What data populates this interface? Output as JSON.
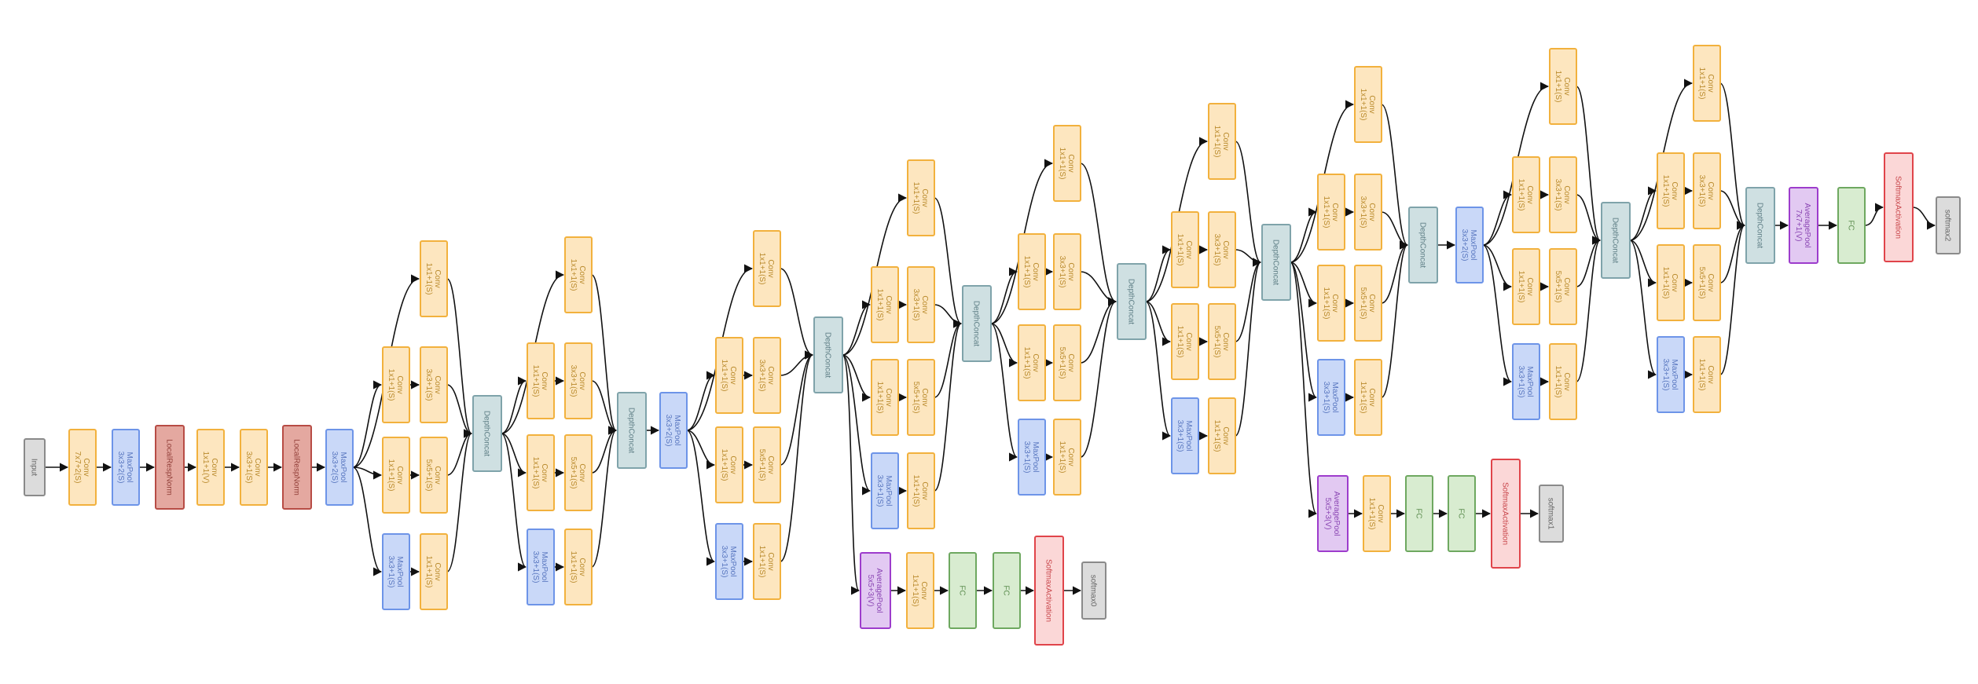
{
  "palette": {
    "conv": {
      "fill": "#fde6bf",
      "stroke": "#f2b13d",
      "text": "#b98a2c"
    },
    "pool": {
      "fill": "#c9d8f8",
      "stroke": "#6d94e8",
      "text": "#5876bf"
    },
    "lrn": {
      "fill": "#e4a8a0",
      "stroke": "#b74c45",
      "text": "#93403a"
    },
    "concat": {
      "fill": "#cfe0e2",
      "stroke": "#7fa3aa",
      "text": "#5f7f86"
    },
    "avgpool": {
      "fill": "#e2c9f2",
      "stroke": "#9d3ccc",
      "text": "#8a46b3"
    },
    "fc": {
      "fill": "#d8ecd0",
      "stroke": "#6ea860",
      "text": "#5f8f52"
    },
    "softmax": {
      "fill": "#fbd7d7",
      "stroke": "#e0444a",
      "text": "#c9484d"
    },
    "io": {
      "fill": "#dcdcdc",
      "stroke": "#8a8a8a",
      "text": "#666666"
    }
  },
  "nodes": [
    {
      "id": "input",
      "type": "io",
      "label": "Input"
    },
    {
      "id": "c1",
      "type": "conv",
      "label": "Conv\n7x7+2(S)"
    },
    {
      "id": "p1",
      "type": "pool",
      "label": "MaxPool\n3x3+2(S)"
    },
    {
      "id": "lrn1",
      "type": "lrn",
      "label": "LocalRespNorm"
    },
    {
      "id": "c2",
      "type": "conv",
      "label": "Conv\n1x1+1(V)"
    },
    {
      "id": "c3",
      "type": "conv",
      "label": "Conv\n3x3+1(S)"
    },
    {
      "id": "lrn2",
      "type": "lrn",
      "label": "LocalRespNorm"
    },
    {
      "id": "p2",
      "type": "pool",
      "label": "MaxPool\n3x3+2(S)"
    },
    {
      "id": "i3a_a",
      "type": "conv",
      "label": "Conv\n1x1+1(S)"
    },
    {
      "id": "i3a_b1",
      "type": "conv",
      "label": "Conv\n1x1+1(S)"
    },
    {
      "id": "i3a_b2",
      "type": "conv",
      "label": "Conv\n3x3+1(S)"
    },
    {
      "id": "i3a_c1",
      "type": "conv",
      "label": "Conv\n1x1+1(S)"
    },
    {
      "id": "i3a_c2",
      "type": "conv",
      "label": "Conv\n5x5+1(S)"
    },
    {
      "id": "i3a_p",
      "type": "pool",
      "label": "MaxPool\n3x3+1(S)"
    },
    {
      "id": "i3a_pc",
      "type": "conv",
      "label": "Conv\n1x1+1(S)"
    },
    {
      "id": "d3a",
      "type": "concat",
      "label": "DepthConcat"
    },
    {
      "id": "i3b_a",
      "type": "conv",
      "label": "Conv\n1x1+1(S)"
    },
    {
      "id": "i3b_b1",
      "type": "conv",
      "label": "Conv\n1x1+1(S)"
    },
    {
      "id": "i3b_b2",
      "type": "conv",
      "label": "Conv\n3x3+1(S)"
    },
    {
      "id": "i3b_c1",
      "type": "conv",
      "label": "Conv\n1x1+1(S)"
    },
    {
      "id": "i3b_c2",
      "type": "conv",
      "label": "Conv\n5x5+1(S)"
    },
    {
      "id": "i3b_p",
      "type": "pool",
      "label": "MaxPool\n3x3+1(S)"
    },
    {
      "id": "i3b_pc",
      "type": "conv",
      "label": "Conv\n1x1+1(S)"
    },
    {
      "id": "d3b",
      "type": "concat",
      "label": "DepthConcat"
    },
    {
      "id": "p3",
      "type": "pool",
      "label": "MaxPool\n3x3+2(S)"
    },
    {
      "id": "i4a_a",
      "type": "conv",
      "label": "Conv\n1x1+1(S)"
    },
    {
      "id": "i4a_b1",
      "type": "conv",
      "label": "Conv\n1x1+1(S)"
    },
    {
      "id": "i4a_b2",
      "type": "conv",
      "label": "Conv\n3x3+1(S)"
    },
    {
      "id": "i4a_c1",
      "type": "conv",
      "label": "Conv\n1x1+1(S)"
    },
    {
      "id": "i4a_c2",
      "type": "conv",
      "label": "Conv\n5x5+1(S)"
    },
    {
      "id": "i4a_p",
      "type": "pool",
      "label": "MaxPool\n3x3+1(S)"
    },
    {
      "id": "i4a_pc",
      "type": "conv",
      "label": "Conv\n1x1+1(S)"
    },
    {
      "id": "d4a",
      "type": "concat",
      "label": "DepthConcat"
    },
    {
      "id": "i4b_a",
      "type": "conv",
      "label": "Conv\n1x1+1(S)"
    },
    {
      "id": "i4b_b1",
      "type": "conv",
      "label": "Conv\n1x1+1(S)"
    },
    {
      "id": "i4b_b2",
      "type": "conv",
      "label": "Conv\n3x3+1(S)"
    },
    {
      "id": "i4b_c1",
      "type": "conv",
      "label": "Conv\n1x1+1(S)"
    },
    {
      "id": "i4b_c2",
      "type": "conv",
      "label": "Conv\n5x5+1(S)"
    },
    {
      "id": "i4b_p",
      "type": "pool",
      "label": "MaxPool\n3x3+1(S)"
    },
    {
      "id": "i4b_pc",
      "type": "conv",
      "label": "Conv\n1x1+1(S)"
    },
    {
      "id": "d4b",
      "type": "concat",
      "label": "DepthConcat"
    },
    {
      "id": "i4c_a",
      "type": "conv",
      "label": "Conv\n1x1+1(S)"
    },
    {
      "id": "i4c_b1",
      "type": "conv",
      "label": "Conv\n1x1+1(S)"
    },
    {
      "id": "i4c_b2",
      "type": "conv",
      "label": "Conv\n3x3+1(S)"
    },
    {
      "id": "i4c_c1",
      "type": "conv",
      "label": "Conv\n1x1+1(S)"
    },
    {
      "id": "i4c_c2",
      "type": "conv",
      "label": "Conv\n5x5+1(S)"
    },
    {
      "id": "i4c_p",
      "type": "pool",
      "label": "MaxPool\n3x3+1(S)"
    },
    {
      "id": "i4c_pc",
      "type": "conv",
      "label": "Conv\n1x1+1(S)"
    },
    {
      "id": "d4c",
      "type": "concat",
      "label": "DepthConcat"
    },
    {
      "id": "i4d_a",
      "type": "conv",
      "label": "Conv\n1x1+1(S)"
    },
    {
      "id": "i4d_b1",
      "type": "conv",
      "label": "Conv\n1x1+1(S)"
    },
    {
      "id": "i4d_b2",
      "type": "conv",
      "label": "Conv\n3x3+1(S)"
    },
    {
      "id": "i4d_c1",
      "type": "conv",
      "label": "Conv\n1x1+1(S)"
    },
    {
      "id": "i4d_c2",
      "type": "conv",
      "label": "Conv\n5x5+1(S)"
    },
    {
      "id": "i4d_p",
      "type": "pool",
      "label": "MaxPool\n3x3+1(S)"
    },
    {
      "id": "i4d_pc",
      "type": "conv",
      "label": "Conv\n1x1+1(S)"
    },
    {
      "id": "d4d",
      "type": "concat",
      "label": "DepthConcat"
    },
    {
      "id": "i4e_a",
      "type": "conv",
      "label": "Conv\n1x1+1(S)"
    },
    {
      "id": "i4e_b1",
      "type": "conv",
      "label": "Conv\n1x1+1(S)"
    },
    {
      "id": "i4e_b2",
      "type": "conv",
      "label": "Conv\n3x3+1(S)"
    },
    {
      "id": "i4e_c1",
      "type": "conv",
      "label": "Conv\n1x1+1(S)"
    },
    {
      "id": "i4e_c2",
      "type": "conv",
      "label": "Conv\n5x5+1(S)"
    },
    {
      "id": "i4e_p",
      "type": "pool",
      "label": "MaxPool\n3x3+1(S)"
    },
    {
      "id": "i4e_pc",
      "type": "conv",
      "label": "Conv\n1x1+1(S)"
    },
    {
      "id": "d4e",
      "type": "concat",
      "label": "DepthConcat"
    },
    {
      "id": "p4",
      "type": "pool",
      "label": "MaxPool\n3x3+2(S)"
    },
    {
      "id": "i5a_a",
      "type": "conv",
      "label": "Conv\n1x1+1(S)"
    },
    {
      "id": "i5a_b1",
      "type": "conv",
      "label": "Conv\n1x1+1(S)"
    },
    {
      "id": "i5a_b2",
      "type": "conv",
      "label": "Conv\n3x3+1(S)"
    },
    {
      "id": "i5a_c1",
      "type": "conv",
      "label": "Conv\n1x1+1(S)"
    },
    {
      "id": "i5a_c2",
      "type": "conv",
      "label": "Conv\n5x5+1(S)"
    },
    {
      "id": "i5a_p",
      "type": "pool",
      "label": "MaxPool\n3x3+1(S)"
    },
    {
      "id": "i5a_pc",
      "type": "conv",
      "label": "Conv\n1x1+1(S)"
    },
    {
      "id": "d5a",
      "type": "concat",
      "label": "DepthConcat"
    },
    {
      "id": "i5b_a",
      "type": "conv",
      "label": "Conv\n1x1+1(S)"
    },
    {
      "id": "i5b_b1",
      "type": "conv",
      "label": "Conv\n1x1+1(S)"
    },
    {
      "id": "i5b_b2",
      "type": "conv",
      "label": "Conv\n3x3+1(S)"
    },
    {
      "id": "i5b_c1",
      "type": "conv",
      "label": "Conv\n1x1+1(S)"
    },
    {
      "id": "i5b_c2",
      "type": "conv",
      "label": "Conv\n5x5+1(S)"
    },
    {
      "id": "i5b_p",
      "type": "pool",
      "label": "MaxPool\n3x3+1(S)"
    },
    {
      "id": "i5b_pc",
      "type": "conv",
      "label": "Conv\n1x1+1(S)"
    },
    {
      "id": "d5b",
      "type": "concat",
      "label": "DepthConcat"
    },
    {
      "id": "avg_final",
      "type": "avgpool",
      "label": "AveragePool\n7x7+1(V)"
    },
    {
      "id": "fc_final",
      "type": "fc",
      "label": "FC"
    },
    {
      "id": "sm_final",
      "type": "softmax",
      "label": "SoftmaxActivation"
    },
    {
      "id": "out2",
      "type": "io",
      "label": "softmax2"
    },
    {
      "id": "aux0_avg",
      "type": "avgpool",
      "label": "AveragePool\n5x5+3(V)"
    },
    {
      "id": "aux0_conv",
      "type": "conv",
      "label": "Conv\n1x1+1(S)"
    },
    {
      "id": "aux0_fc1",
      "type": "fc",
      "label": "FC"
    },
    {
      "id": "aux0_fc2",
      "type": "fc",
      "label": "FC"
    },
    {
      "id": "aux0_sm",
      "type": "softmax",
      "label": "SoftmaxActivation"
    },
    {
      "id": "out0",
      "type": "io",
      "label": "softmax0"
    },
    {
      "id": "aux1_avg",
      "type": "avgpool",
      "label": "AveragePool\n5x5+3(V)"
    },
    {
      "id": "aux1_conv",
      "type": "conv",
      "label": "Conv\n1x1+1(S)"
    },
    {
      "id": "aux1_fc1",
      "type": "fc",
      "label": "FC"
    },
    {
      "id": "aux1_fc2",
      "type": "fc",
      "label": "FC"
    },
    {
      "id": "aux1_sm",
      "type": "softmax",
      "label": "SoftmaxActivation"
    },
    {
      "id": "out1",
      "type": "io",
      "label": "softmax1"
    }
  ],
  "edges": [
    [
      "input",
      "c1"
    ],
    [
      "c1",
      "p1"
    ],
    [
      "p1",
      "lrn1"
    ],
    [
      "lrn1",
      "c2"
    ],
    [
      "c2",
      "c3"
    ],
    [
      "c3",
      "lrn2"
    ],
    [
      "lrn2",
      "p2"
    ],
    [
      "p2",
      "i3a_a"
    ],
    [
      "p2",
      "i3a_b1"
    ],
    [
      "p2",
      "i3a_c1"
    ],
    [
      "p2",
      "i3a_p"
    ],
    [
      "i3a_b1",
      "i3a_b2"
    ],
    [
      "i3a_c1",
      "i3a_c2"
    ],
    [
      "i3a_p",
      "i3a_pc"
    ],
    [
      "i3a_a",
      "d3a"
    ],
    [
      "i3a_b2",
      "d3a"
    ],
    [
      "i3a_c2",
      "d3a"
    ],
    [
      "i3a_pc",
      "d3a"
    ],
    [
      "d3a",
      "i3b_a"
    ],
    [
      "d3a",
      "i3b_b1"
    ],
    [
      "d3a",
      "i3b_c1"
    ],
    [
      "d3a",
      "i3b_p"
    ],
    [
      "i3b_b1",
      "i3b_b2"
    ],
    [
      "i3b_c1",
      "i3b_c2"
    ],
    [
      "i3b_p",
      "i3b_pc"
    ],
    [
      "i3b_a",
      "d3b"
    ],
    [
      "i3b_b2",
      "d3b"
    ],
    [
      "i3b_c2",
      "d3b"
    ],
    [
      "i3b_pc",
      "d3b"
    ],
    [
      "d3b",
      "p3"
    ],
    [
      "p3",
      "i4a_a"
    ],
    [
      "p3",
      "i4a_b1"
    ],
    [
      "p3",
      "i4a_c1"
    ],
    [
      "p3",
      "i4a_p"
    ],
    [
      "i4a_b1",
      "i4a_b2"
    ],
    [
      "i4a_c1",
      "i4a_c2"
    ],
    [
      "i4a_p",
      "i4a_pc"
    ],
    [
      "i4a_a",
      "d4a"
    ],
    [
      "i4a_b2",
      "d4a"
    ],
    [
      "i4a_c2",
      "d4a"
    ],
    [
      "i4a_pc",
      "d4a"
    ],
    [
      "d4a",
      "i4b_a"
    ],
    [
      "d4a",
      "i4b_b1"
    ],
    [
      "d4a",
      "i4b_c1"
    ],
    [
      "d4a",
      "i4b_p"
    ],
    [
      "i4b_b1",
      "i4b_b2"
    ],
    [
      "i4b_c1",
      "i4b_c2"
    ],
    [
      "i4b_p",
      "i4b_pc"
    ],
    [
      "i4b_a",
      "d4b"
    ],
    [
      "i4b_b2",
      "d4b"
    ],
    [
      "i4b_c2",
      "d4b"
    ],
    [
      "i4b_pc",
      "d4b"
    ],
    [
      "d4b",
      "i4c_a"
    ],
    [
      "d4b",
      "i4c_b1"
    ],
    [
      "d4b",
      "i4c_c1"
    ],
    [
      "d4b",
      "i4c_p"
    ],
    [
      "i4c_b1",
      "i4c_b2"
    ],
    [
      "i4c_c1",
      "i4c_c2"
    ],
    [
      "i4c_p",
      "i4c_pc"
    ],
    [
      "i4c_a",
      "d4c"
    ],
    [
      "i4c_b2",
      "d4c"
    ],
    [
      "i4c_c2",
      "d4c"
    ],
    [
      "i4c_pc",
      "d4c"
    ],
    [
      "d4c",
      "i4d_a"
    ],
    [
      "d4c",
      "i4d_b1"
    ],
    [
      "d4c",
      "i4d_c1"
    ],
    [
      "d4c",
      "i4d_p"
    ],
    [
      "i4d_b1",
      "i4d_b2"
    ],
    [
      "i4d_c1",
      "i4d_c2"
    ],
    [
      "i4d_p",
      "i4d_pc"
    ],
    [
      "i4d_a",
      "d4d"
    ],
    [
      "i4d_b2",
      "d4d"
    ],
    [
      "i4d_c2",
      "d4d"
    ],
    [
      "i4d_pc",
      "d4d"
    ],
    [
      "d4d",
      "i4e_a"
    ],
    [
      "d4d",
      "i4e_b1"
    ],
    [
      "d4d",
      "i4e_c1"
    ],
    [
      "d4d",
      "i4e_p"
    ],
    [
      "i4e_b1",
      "i4e_b2"
    ],
    [
      "i4e_c1",
      "i4e_c2"
    ],
    [
      "i4e_p",
      "i4e_pc"
    ],
    [
      "i4e_a",
      "d4e"
    ],
    [
      "i4e_b2",
      "d4e"
    ],
    [
      "i4e_c2",
      "d4e"
    ],
    [
      "i4e_pc",
      "d4e"
    ],
    [
      "d4e",
      "p4"
    ],
    [
      "p4",
      "i5a_a"
    ],
    [
      "p4",
      "i5a_b1"
    ],
    [
      "p4",
      "i5a_c1"
    ],
    [
      "p4",
      "i5a_p"
    ],
    [
      "i5a_b1",
      "i5a_b2"
    ],
    [
      "i5a_c1",
      "i5a_c2"
    ],
    [
      "i5a_p",
      "i5a_pc"
    ],
    [
      "i5a_a",
      "d5a"
    ],
    [
      "i5a_b2",
      "d5a"
    ],
    [
      "i5a_c2",
      "d5a"
    ],
    [
      "i5a_pc",
      "d5a"
    ],
    [
      "d5a",
      "i5b_a"
    ],
    [
      "d5a",
      "i5b_b1"
    ],
    [
      "d5a",
      "i5b_c1"
    ],
    [
      "d5a",
      "i5b_p"
    ],
    [
      "i5b_b1",
      "i5b_b2"
    ],
    [
      "i5b_c1",
      "i5b_c2"
    ],
    [
      "i5b_p",
      "i5b_pc"
    ],
    [
      "i5b_a",
      "d5b"
    ],
    [
      "i5b_b2",
      "d5b"
    ],
    [
      "i5b_c2",
      "d5b"
    ],
    [
      "i5b_pc",
      "d5b"
    ],
    [
      "d5b",
      "avg_final"
    ],
    [
      "avg_final",
      "fc_final"
    ],
    [
      "fc_final",
      "sm_final"
    ],
    [
      "sm_final",
      "out2"
    ],
    [
      "d4a",
      "aux0_avg"
    ],
    [
      "aux0_avg",
      "aux0_conv"
    ],
    [
      "aux0_conv",
      "aux0_fc1"
    ],
    [
      "aux0_fc1",
      "aux0_fc2"
    ],
    [
      "aux0_fc2",
      "aux0_sm"
    ],
    [
      "aux0_sm",
      "out0"
    ],
    [
      "d4d",
      "aux1_avg"
    ],
    [
      "aux1_avg",
      "aux1_conv"
    ],
    [
      "aux1_conv",
      "aux1_fc1"
    ],
    [
      "aux1_fc1",
      "aux1_fc2"
    ],
    [
      "aux1_fc2",
      "aux1_sm"
    ],
    [
      "aux1_sm",
      "out1"
    ]
  ]
}
